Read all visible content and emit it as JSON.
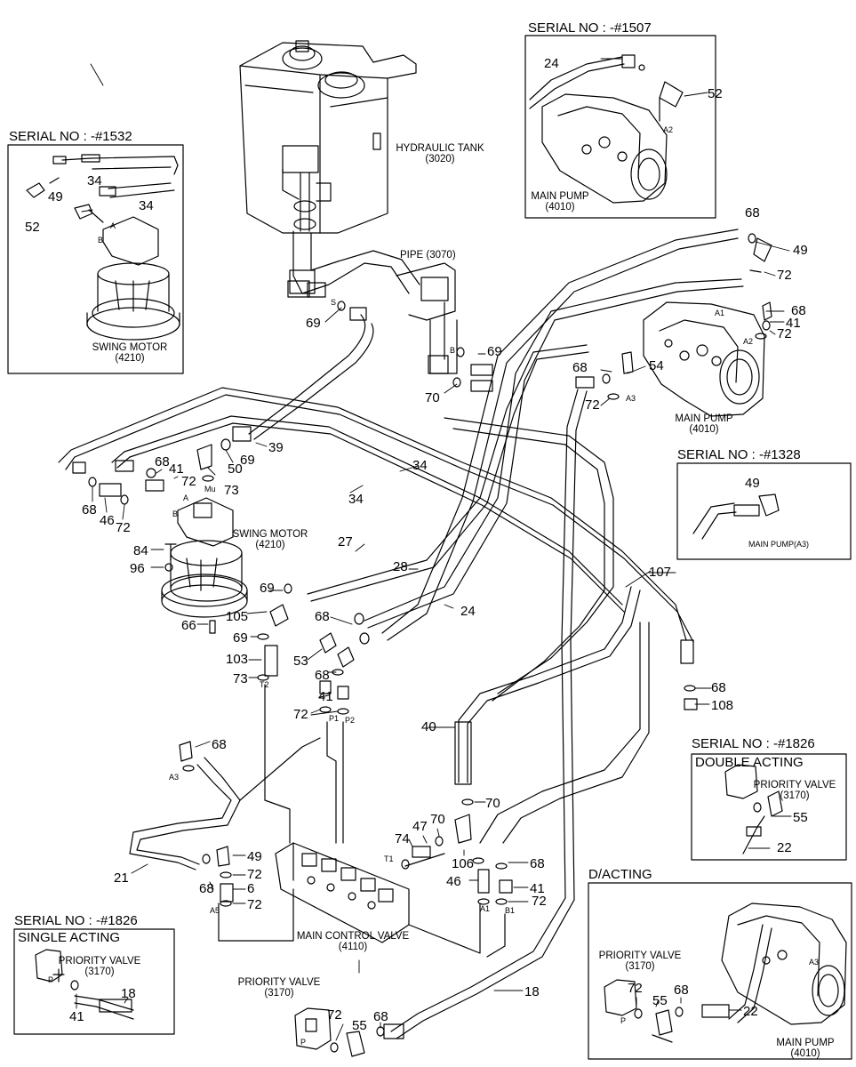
{
  "serial_boxes": [
    {
      "id": "s1532",
      "title": "SERIAL NO : -#1532"
    },
    {
      "id": "s1507",
      "title": "SERIAL NO : -#1507"
    },
    {
      "id": "s1328",
      "title": "SERIAL NO : -#1328"
    },
    {
      "id": "s1826a",
      "title": "SERIAL NO : -#1826",
      "subtitle": "DOUBLE ACTING"
    },
    {
      "id": "s1826b",
      "title": "SERIAL NO : -#1826",
      "subtitle": "SINGLE ACTING"
    },
    {
      "id": "dacting",
      "title": "D/ACTING"
    }
  ],
  "components": {
    "hydraulic_tank": {
      "name": "HYDRAULIC TANK",
      "code": "(3020)"
    },
    "pipe": {
      "name": "PIPE (3070)"
    },
    "main_pump": {
      "name": "MAIN PUMP",
      "code": "(4010)"
    },
    "main_pump_a3": {
      "name": "MAIN PUMP(A3)"
    },
    "swing_motor": {
      "name": "SWING MOTOR",
      "code": "(4210)"
    },
    "main_control_valve": {
      "name": "MAIN CONTROL VALVE",
      "code": "(4110)"
    },
    "priority_valve": {
      "name": "PRIORITY VALVE",
      "code": "(3170)"
    }
  },
  "port_labels": [
    "A",
    "B",
    "Mu",
    "S",
    "B",
    "A1",
    "A2",
    "A3",
    "T1",
    "T2",
    "P1",
    "P2",
    "B1",
    "P"
  ],
  "part_numbers": {
    "n24": "24",
    "n34": "34",
    "n49": "49",
    "n52": "52",
    "n27": "27",
    "n28": "28",
    "n39": "39",
    "n40": "40",
    "n41": "41",
    "n46": "46",
    "n47": "47",
    "n50": "50",
    "n53": "53",
    "n54": "54",
    "n55": "55",
    "n66": "66",
    "n68": "68",
    "n69": "69",
    "n70": "70",
    "n72": "72",
    "n73": "73",
    "n74": "74",
    "n84": "84",
    "n96": "96",
    "n103": "103",
    "n105": "105",
    "n106": "106",
    "n107": "107",
    "n108": "108",
    "n18": "18",
    "n21": "21",
    "n22": "22",
    "n6": "6"
  }
}
